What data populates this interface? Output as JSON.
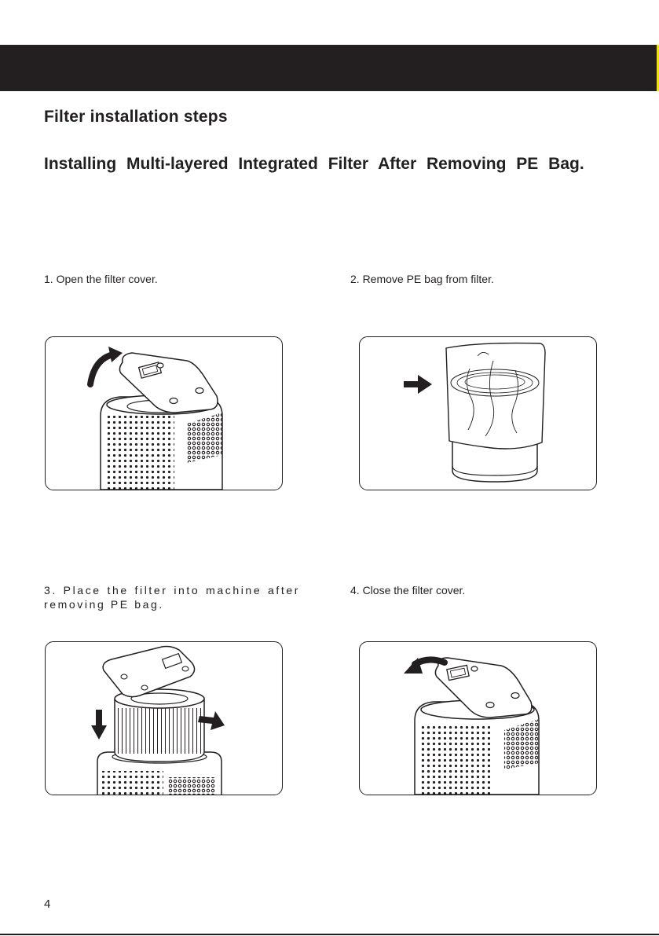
{
  "header": {
    "bar_color": "#231f20",
    "accent_color": "#f2e400"
  },
  "section_title": "Filter installation steps",
  "subsection_title": "Installing Multi-layered Integrated Filter After Removing PE Bag.",
  "steps": [
    {
      "caption": "1. Open the filter cover.",
      "illustration": "open-cover-illustration"
    },
    {
      "caption": "2. Remove PE bag from filter.",
      "illustration": "remove-bag-illustration"
    },
    {
      "caption": "3. Place the filter into machine after removing PE bag.",
      "illustration": "place-filter-illustration"
    },
    {
      "caption": "4. Close the filter cover.",
      "illustration": "close-cover-illustration"
    }
  ],
  "page_number": "4"
}
